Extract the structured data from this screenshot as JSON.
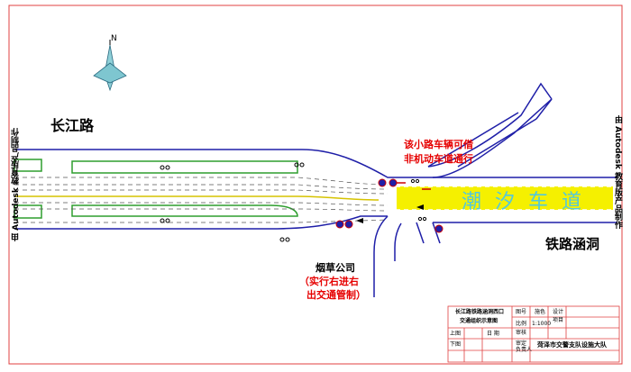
{
  "labels": {
    "north": "N",
    "road_changjiang": "长江路",
    "tidal_lane": "潮 汐 车 道",
    "railway_culvert": "铁路涵洞",
    "tobacco_company": "烟草公司",
    "right_turn_note_1": "（实行右进右",
    "right_turn_note_2": "出交通管制）",
    "bike_note_1": "该小路车辆可借",
    "bike_note_2": "非机动车道通行",
    "watermark": "由 Autodesk 教育版产品制作"
  },
  "title_block": {
    "title_1": "长江路铁路涵洞西口",
    "title_2": "交通组织示意图",
    "row_drawing_no": "图号",
    "row_drawing_no_val": "施色",
    "row_design": "设计",
    "row_design_val": "项目",
    "row_scale": "比例",
    "row_scale_val": "1:1000",
    "row_draw": "上图",
    "row_date": "日 期",
    "row_check": "下图",
    "row_review": "审核",
    "row_approve": "审定",
    "row_approve_sub": "负责人",
    "org": "菏泽市交警支队设施大队"
  },
  "colors": {
    "road_edge": "#1f1fa8",
    "median_green": "#2e9e2e",
    "tidal_yellow": "#f5f000",
    "tidal_text": "#53c8dc",
    "lane_dash": "#555555",
    "red_text": "#e60000",
    "frame_red": "#e04040"
  },
  "icons": [
    "compass-icon",
    "bicycle-icon",
    "traffic-light-icon",
    "arrow-icon"
  ]
}
